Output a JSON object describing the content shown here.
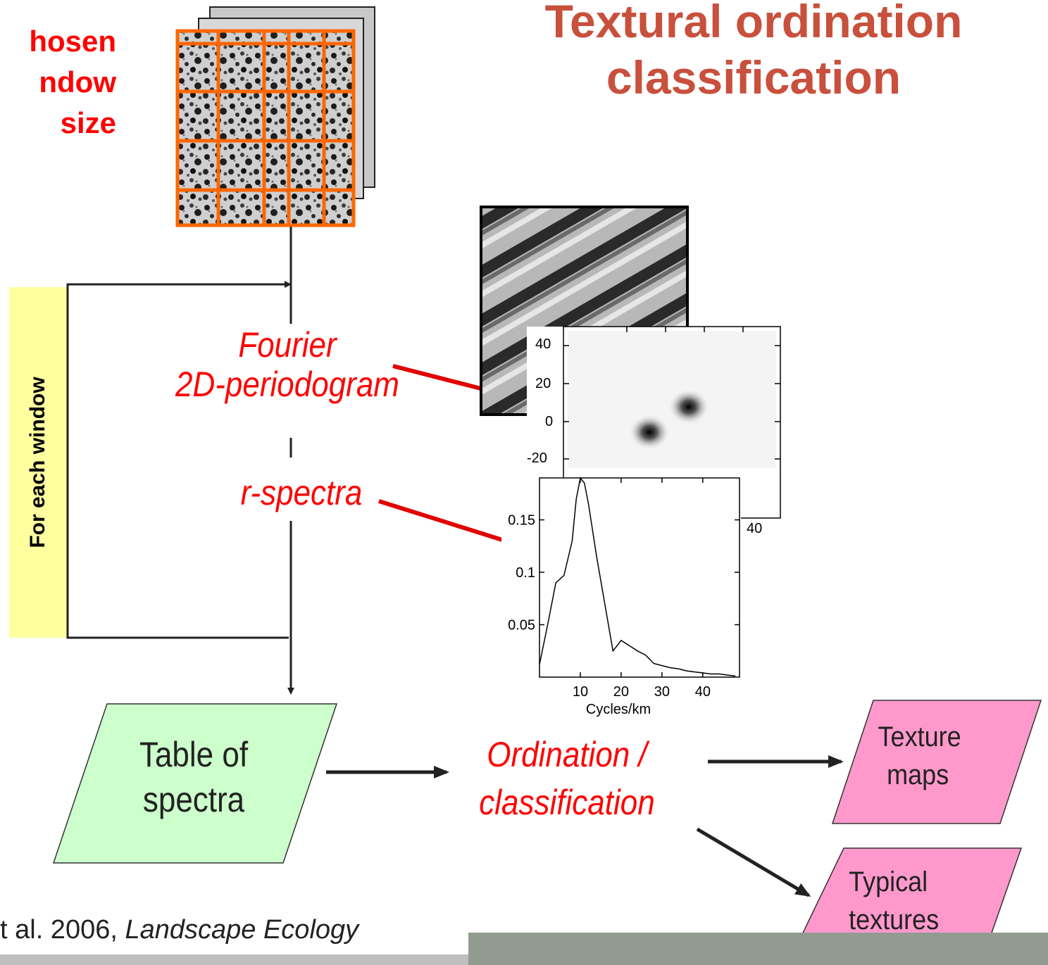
{
  "title": {
    "line1": "Textural ordination",
    "line2": "classification"
  },
  "chosen_window": {
    "line1": "hosen",
    "line2": "ndow",
    "line3": "size"
  },
  "loop_label": "For each window",
  "steps": {
    "fourier_line1": "Fourier",
    "fourier_line2": "2D-periodogram",
    "rspectra": "r-spectra",
    "ordination_line1": "Ordination /",
    "ordination_line2": "classification"
  },
  "table_of_spectra": {
    "line1": "Table of",
    "line2": "spectra"
  },
  "outputs": {
    "texture_maps_line1": "Texture",
    "texture_maps_line2": "maps",
    "typical_textures_line1": "Typical",
    "typical_textures_line2": "textures"
  },
  "citation": {
    "prefix": "t al. 2006, ",
    "journal": "Landscape Ecology"
  },
  "periodogram_axis": {
    "y_ticks": [
      "40",
      "20",
      "0",
      "-20"
    ],
    "x_tick": "40"
  },
  "chart_data": {
    "type": "line",
    "title": "",
    "xlabel": "Cycles/km",
    "ylabel": "",
    "x_ticks": [
      "10",
      "20",
      "30",
      "40"
    ],
    "y_ticks": [
      "0.15",
      "0.1",
      "0.05"
    ],
    "xlim": [
      0,
      49
    ],
    "ylim": [
      0,
      0.19
    ],
    "x": [
      0,
      2,
      4,
      6,
      8,
      9,
      10,
      11,
      12,
      14,
      16,
      18,
      20,
      22,
      24,
      26,
      28,
      30,
      32,
      34,
      36,
      38,
      40,
      42,
      44,
      46,
      48
    ],
    "y": [
      0.012,
      0.05,
      0.09,
      0.097,
      0.13,
      0.17,
      0.19,
      0.185,
      0.165,
      0.115,
      0.07,
      0.025,
      0.035,
      0.03,
      0.025,
      0.021,
      0.013,
      0.011,
      0.009,
      0.008,
      0.006,
      0.005,
      0.004,
      0.003,
      0.003,
      0.002,
      0.001
    ]
  },
  "colors": {
    "title": "#c8503c",
    "red": "#ff0000",
    "green_box": "#ccffcc",
    "pink_box": "#ff99cc",
    "sidebar": "#ffffa0",
    "footer": "#919b90",
    "grid": "#ff6600"
  }
}
